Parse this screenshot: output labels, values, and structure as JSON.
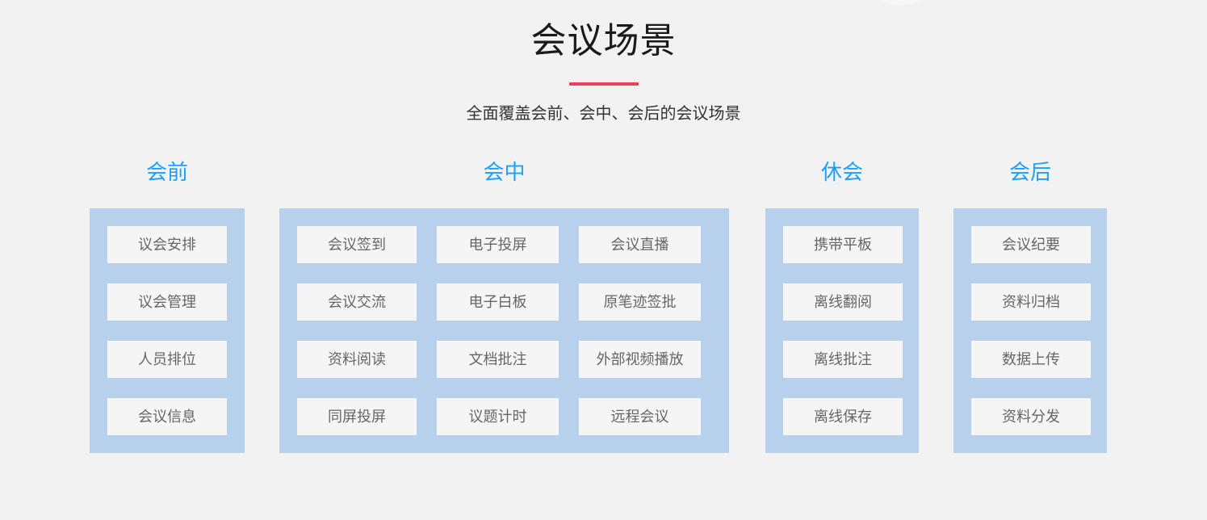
{
  "header": {
    "title": "会议场景",
    "subtitle": "全面覆盖会前、会中、会后的会议场景",
    "divider_color": "#e8445f"
  },
  "theme": {
    "background": "#f2f2f2",
    "panel_blue": "#b7d0ec",
    "heading_blue": "#1e9fff",
    "card_background": "#f5f5f5",
    "card_text": "#666666"
  },
  "columns": [
    {
      "id": "pre",
      "title": "会前",
      "groups": [
        {
          "items": [
            "议会安排",
            "议会管理",
            "人员排位",
            "会议信息"
          ]
        }
      ]
    },
    {
      "id": "in",
      "title": "会中",
      "groups": [
        {
          "items": [
            "会议签到",
            "会议交流",
            "资料阅读",
            "同屏投屏"
          ]
        },
        {
          "items": [
            "电子投屏",
            "电子白板",
            "文档批注",
            "议题计时"
          ]
        },
        {
          "items": [
            "会议直播",
            "原笔迹签批",
            "外部视频播放",
            "远程会议"
          ]
        }
      ]
    },
    {
      "id": "break",
      "title": "休会",
      "groups": [
        {
          "items": [
            "携带平板",
            "离线翻阅",
            "离线批注",
            "离线保存"
          ]
        }
      ]
    },
    {
      "id": "post",
      "title": "会后",
      "groups": [
        {
          "items": [
            "会议纪要",
            "资料归档",
            "数据上传",
            "资料分发"
          ]
        }
      ]
    }
  ]
}
